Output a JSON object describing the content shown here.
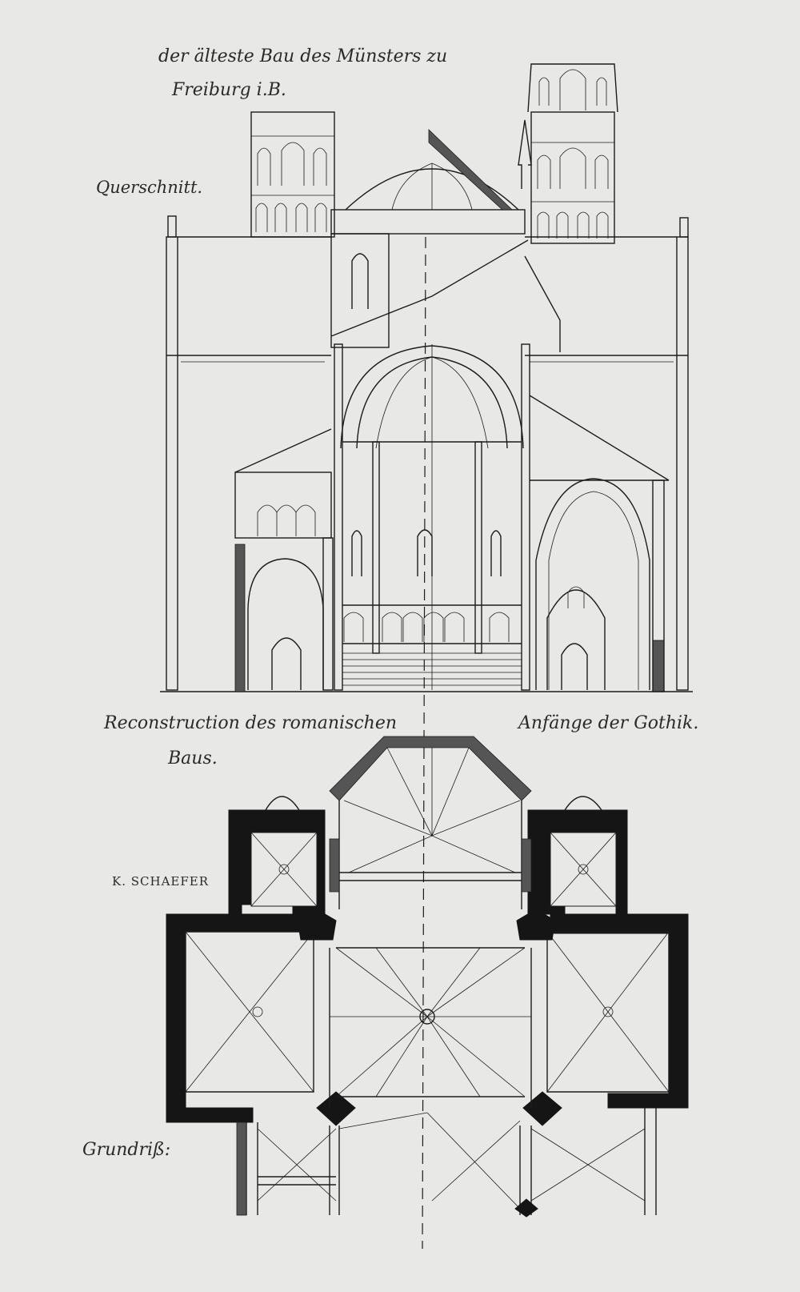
{
  "drawing": {
    "title_line1": "der älteste Bau des Münsters zu",
    "title_line2": "Freiburg i.B.",
    "section_label": "Querschnitt.",
    "reconstruction_line1": "Reconstruction des romanischen",
    "reconstruction_line2": "Baus.",
    "gothic_label": "Anfänge der Gothik.",
    "artist_signature": "K. SCHAEFER",
    "plan_label": "Grundriß:"
  },
  "colors": {
    "paper": "#e8e8e6",
    "ink": "#1c1c1c"
  }
}
